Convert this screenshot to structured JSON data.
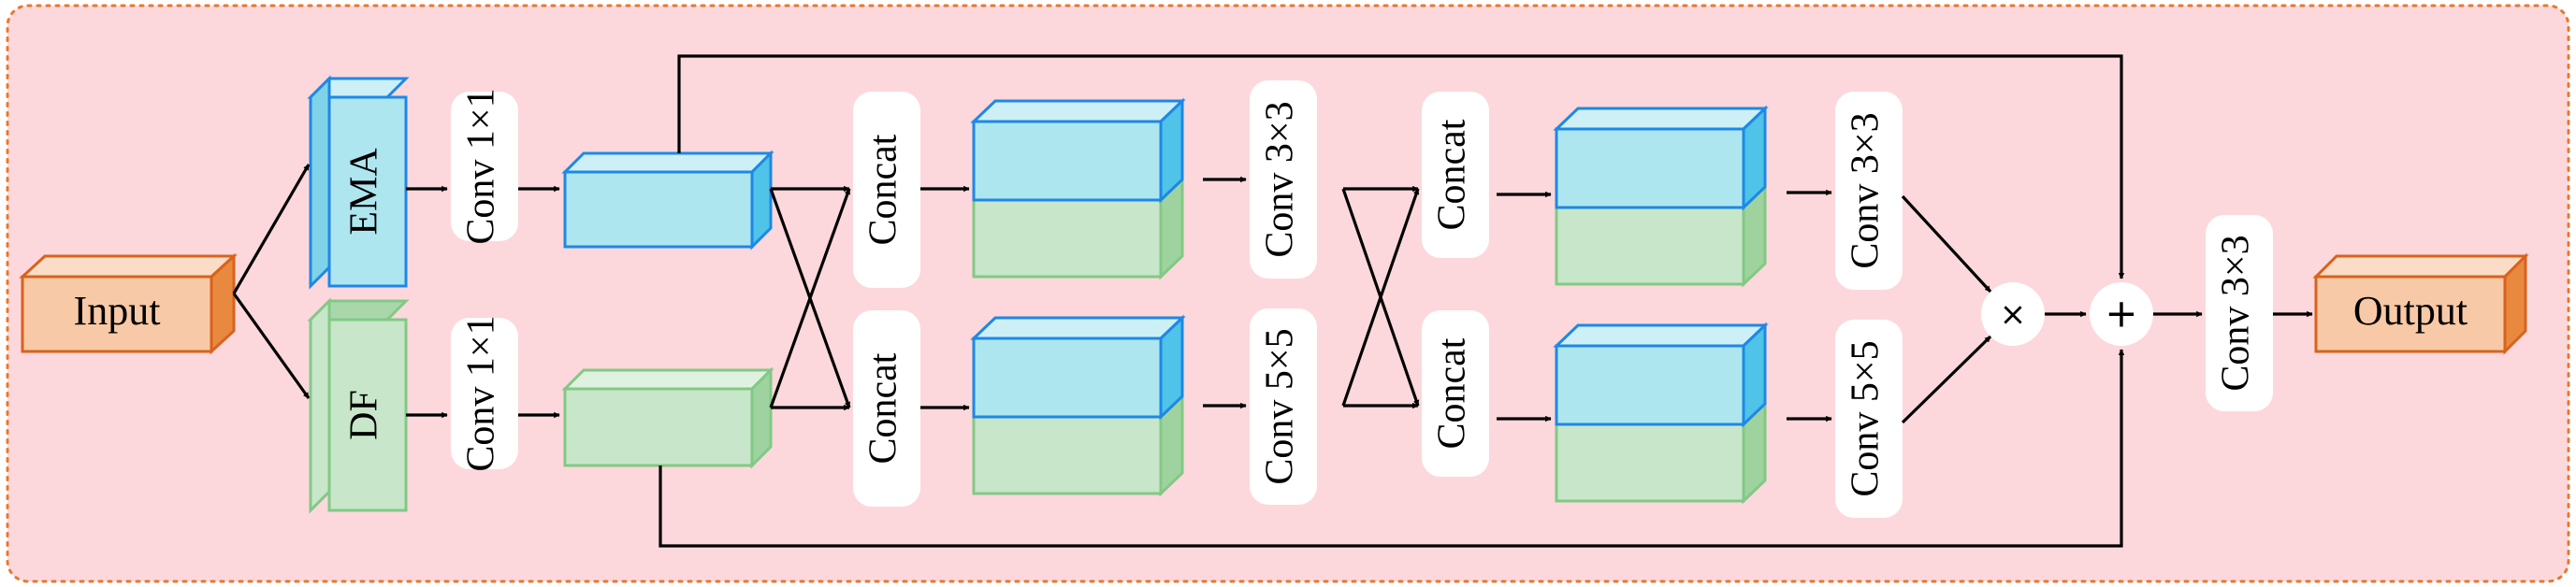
{
  "nodes": {
    "input": "Input",
    "ema": "EMA",
    "df": "DF",
    "conv1_top": "Conv 1×1",
    "conv1_bot": "Conv 1×1",
    "concat1_top": "Concat",
    "concat1_bot": "Concat",
    "conv_mid_top": "Conv 3×3",
    "conv_mid_bot": "Conv 5×5",
    "concat2_top": "Concat",
    "concat2_bot": "Concat",
    "conv_end_top": "Conv 3×3",
    "conv_end_bot": "Conv 5×5",
    "conv_final": "Conv 3×3",
    "output": "Output"
  },
  "operators": {
    "multiply": "×",
    "add": "+"
  },
  "colors": {
    "panel_fill": "#fcd8dc",
    "panel_border": "#e8782c",
    "orange_fill": "#f8c9a6",
    "orange_stroke": "#d9621c",
    "blue_fill": "#aee6f0",
    "blue_stroke": "#1e88e5",
    "green_fill": "#c8e6c9",
    "green_stroke": "#82c985"
  }
}
